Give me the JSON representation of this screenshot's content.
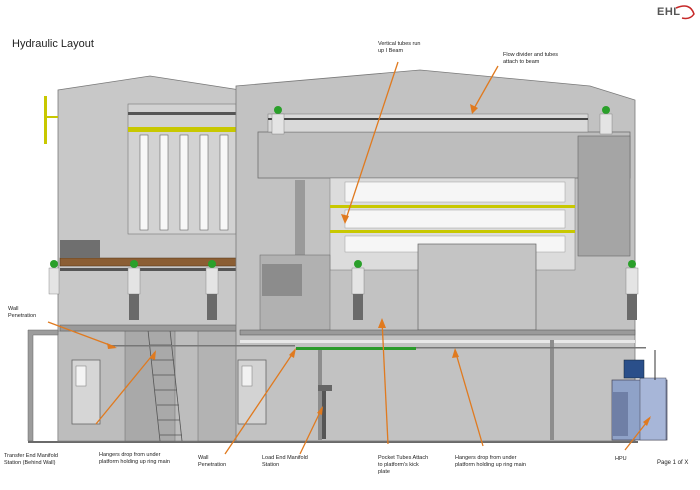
{
  "title": "Hydraulic Layout",
  "logo": {
    "text": "EHL",
    "icon": "ehl-logo-swoosh"
  },
  "colors": {
    "building": "#c9c9c9",
    "dark": "#8a8a8a",
    "accent_yellow": "#c8c800",
    "pipe_green": "#2a9a2a",
    "callout_orange": "#e07a1f",
    "hpu_blue": "#8fa2c8"
  },
  "labels": {
    "vertical_tubes": [
      "Vertical tubes run",
      "up I Beam"
    ],
    "flow_divider": [
      "Flow divider and tubes",
      "attach to beam"
    ],
    "wall_penetration_left": [
      "Wall",
      "Penetration"
    ],
    "transfer_end": [
      "Transfer End Manifold",
      "Station (Behind Wall)"
    ],
    "hangers_left": [
      "Hangers drop from under",
      "platform holding up ring main"
    ],
    "wall_penetration_mid": [
      "Wall",
      "Penetration"
    ],
    "load_end": [
      "Load End Manifold",
      "Station"
    ],
    "pocket_tubes": [
      "Pocket Tubes Attach",
      "to platform's kick",
      "plate"
    ],
    "hangers_right": [
      "Hangers drop from under",
      "platform holding up ring main"
    ],
    "hpu": [
      "HPU"
    ]
  },
  "page": "Page 1 of X"
}
